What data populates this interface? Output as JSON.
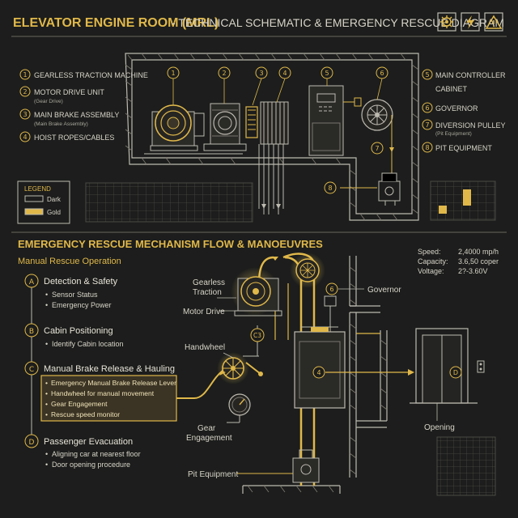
{
  "header": {
    "title": "ELEVATOR ENGINE ROOM (MRL)",
    "subtitle": "- TECHNICAL SCHEMATIC & EMERGENCY RESCUE DIAGRAM",
    "icons": [
      "gear-icon",
      "lightning-icon",
      "warning-icon"
    ]
  },
  "top_legend_left": [
    {
      "num": "1",
      "label": "GEARLESS TRACTION MACHINE",
      "sub": ""
    },
    {
      "num": "2",
      "label": "MOTOR DRIVE UNIT",
      "sub": "(Gear Drive)"
    },
    {
      "num": "3",
      "label": "MAIN BRAKE ASSEMBLY",
      "sub": "(Main Brake Assembly)"
    },
    {
      "num": "4",
      "label": "HOIST ROPES/CABLES",
      "sub": ""
    }
  ],
  "top_legend_right": [
    {
      "num": "5",
      "label": "MAIN CONTROLLER",
      "label2": "CABINET",
      "sub": ""
    },
    {
      "num": "6",
      "label": "GOVERNOR",
      "label2": "",
      "sub": ""
    },
    {
      "num": "7",
      "label": "DIVERSION PULLEY",
      "label2": "",
      "sub": "(Pit Equipment)"
    },
    {
      "num": "8",
      "label": "PIT EQUIPMENT",
      "label2": "",
      "sub": ""
    }
  ],
  "schematic_callouts": [
    "1",
    "2",
    "3",
    "4",
    "5",
    "6",
    "7",
    "8"
  ],
  "legend_box": {
    "title": "LEGEND",
    "dark": "Dark",
    "gold": "Gold"
  },
  "section2": {
    "title": "EMERGENCY RESCUE MECHANISM FLOW & MANOEUVRES",
    "subtitle": "Manual Rescue Operation"
  },
  "specs": [
    {
      "label": "Speed:",
      "value": "2,4000 mp/h"
    },
    {
      "label": "Capacity:",
      "value": "3.6,50 coper"
    },
    {
      "label": "Voltage:",
      "value": "2?-3.60V"
    }
  ],
  "steps": [
    {
      "letter": "A",
      "title": "Detection & Safety",
      "items": [
        "Sensor Status",
        "Emergency Power"
      ]
    },
    {
      "letter": "B",
      "title": "Cabin Positioning",
      "items": [
        "Identify Cabin location"
      ]
    },
    {
      "letter": "C",
      "title": "Manual Brake Release & Hauling",
      "items": [
        "Emergency Manual Brake Release Lever",
        "Handwheel for manual movement",
        "Gear Engagement",
        "Rescue speed monitor"
      ]
    },
    {
      "letter": "D",
      "title": "Passenger Evacuation",
      "items": [
        "Aligning car at nearest floor",
        "Door opening procedure"
      ]
    }
  ],
  "diagram_labels": {
    "gearless_traction_1": "Gearless",
    "gearless_traction_2": "Traction",
    "motor_drive": "Motor Drive",
    "handwheel": "Handwheel",
    "c3": "C3",
    "gear_1": "Gear",
    "gear_2": "Engagement",
    "pit_equipment": "Pit Equipment",
    "governor_num": "6",
    "governor": "Governor",
    "car_num": "4",
    "door_num": "D",
    "opening": "Opening"
  },
  "colors": {
    "background": "#1c1d1c",
    "gold": "#e0b84a",
    "line": "#bdbab0",
    "text": "#d8d4c8"
  }
}
